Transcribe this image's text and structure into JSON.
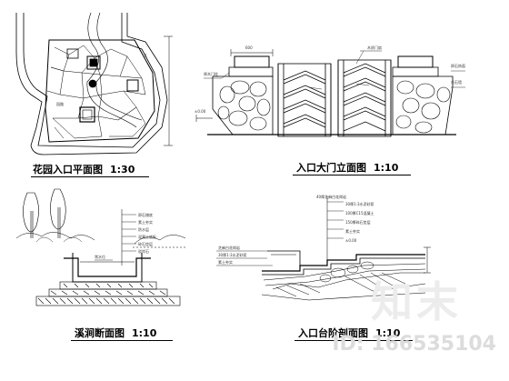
{
  "drawings": [
    {
      "id": "plan",
      "title": "花园入口平面图",
      "scale": "1:30"
    },
    {
      "id": "elevation",
      "title": "入口大门立面图",
      "scale": "1:10"
    },
    {
      "id": "stream",
      "title": "溪涧断面图",
      "scale": "1:10"
    },
    {
      "id": "steps",
      "title": "入口台阶剖面图",
      "scale": "1:10"
    }
  ],
  "watermark": {
    "logo": "知末",
    "id_text": "ID: 166535104"
  },
  "colors": {
    "line": "#000000",
    "background": "#ffffff"
  }
}
